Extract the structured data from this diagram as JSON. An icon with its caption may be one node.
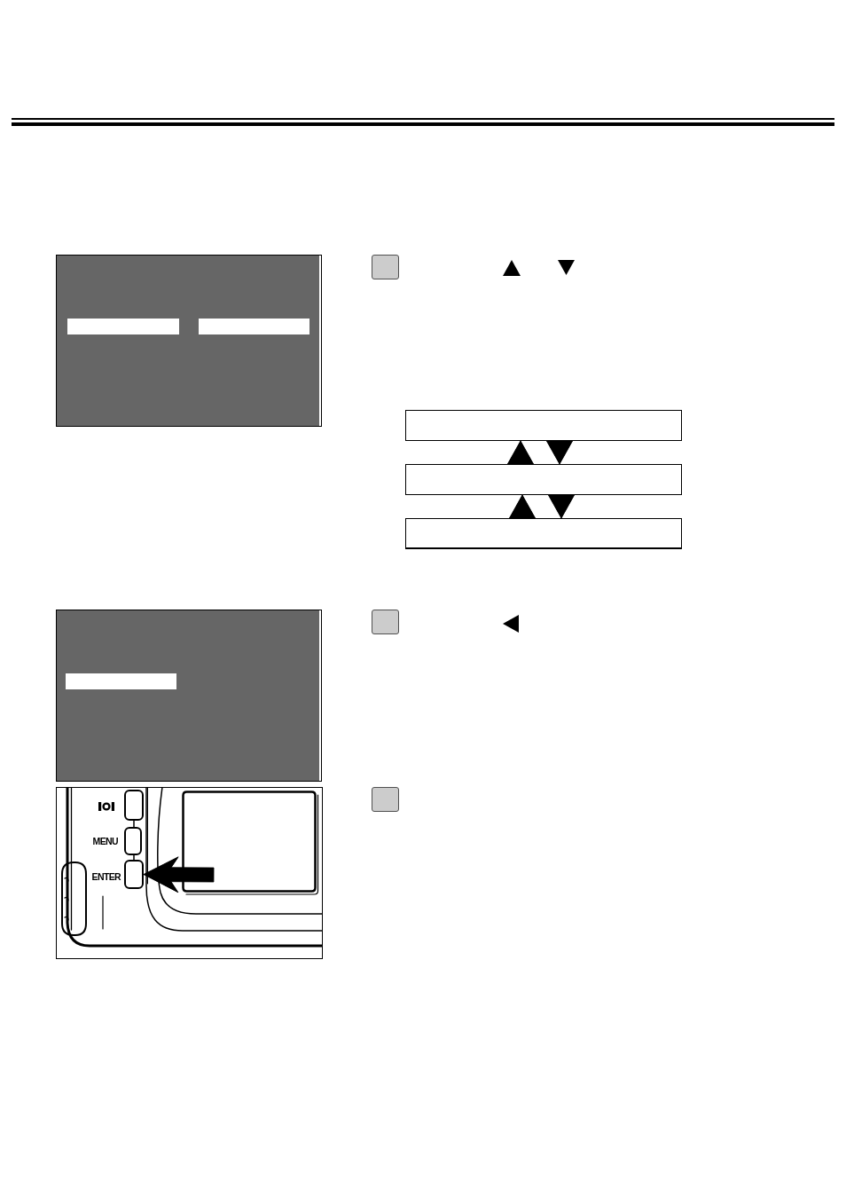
{
  "diagram": {
    "nodes": [
      {
        "text": [],
        "shape": "picture"
      },
      {
        "text": [],
        "shape": "box"
      },
      {
        "text": [],
        "shape": "box"
      },
      {
        "text": [],
        "shape": "box"
      },
      {
        "text": [],
        "shape": "box"
      },
      {
        "text": [],
        "shape": "picture"
      },
      {
        "text": [],
        "shape": "box"
      },
      {
        "text": [],
        "shape": "picture"
      },
      {
        "text": [],
        "shape": "box",
        "in": 7
      },
      {
        "text": [],
        "shape": "box",
        "in": 7,
        "beside": [
          "MENU"
        ]
      },
      {
        "text": [],
        "shape": "box",
        "in": 7,
        "beside": [
          "ENTER"
        ]
      },
      {
        "text": [],
        "shape": "box"
      }
    ],
    "edges": [
      {
        "from": null,
        "to": 10,
        "arrow": "to"
      },
      {
        "from": 3,
        "to": 2,
        "arrow": "to"
      },
      {
        "from": 2,
        "to": 3,
        "arrow": "to"
      },
      {
        "from": 4,
        "to": 3,
        "arrow": "to"
      },
      {
        "from": 3,
        "to": 4,
        "arrow": "to"
      }
    ]
  }
}
